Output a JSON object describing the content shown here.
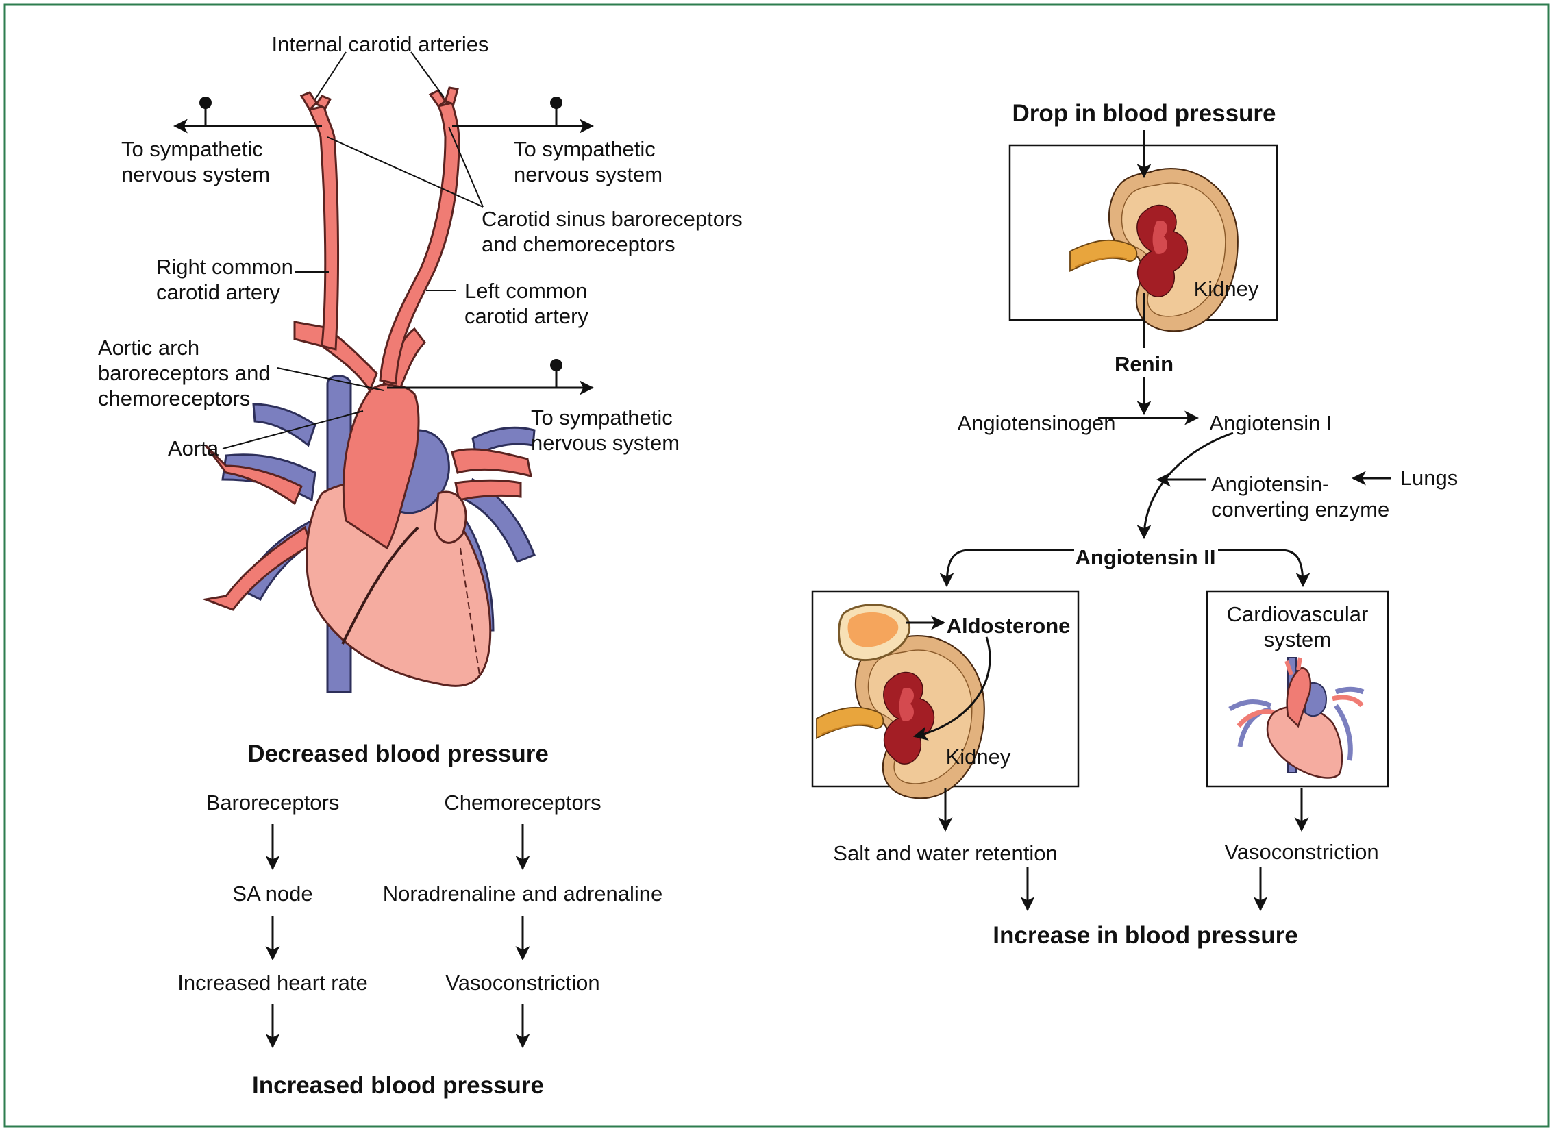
{
  "colors": {
    "frame": "#2e7d4f",
    "artery": "#f07c74",
    "artery_stroke": "#5a2320",
    "vein": "#7b7fbf",
    "heart": "#f5aca0",
    "kidney": "#e2b27e",
    "kidney_inner": "#a31e25",
    "adrenal": "#f5a55c"
  },
  "icons": [
    "heart-illustration",
    "kidney-illustration",
    "adrenal-gland-illustration",
    "mini-heart-illustration",
    "nerve-ending-icon"
  ],
  "anatomy": {
    "internal_carotid": "Internal carotid arteries",
    "sympathetic_left_l1": "To sympathetic",
    "sympathetic_left_l2": "nervous system",
    "sympathetic_right_l1": "To sympathetic",
    "sympathetic_right_l2": "nervous system",
    "sympathetic_aortic_l1": "To sympathetic",
    "sympathetic_aortic_l2": "nervous system",
    "carotid_sinus_l1": "Carotid sinus baroreceptors",
    "carotid_sinus_l2": "and chemoreceptors",
    "right_common_l1": "Right common",
    "right_common_l2": "carotid artery",
    "left_common_l1": "Left common",
    "left_common_l2": "carotid artery",
    "aortic_arch_l1": "Aortic arch",
    "aortic_arch_l2": "baroreceptors and",
    "aortic_arch_l3": "chemoreceptors",
    "aorta": "Aorta"
  },
  "reflex": {
    "title": "Decreased blood pressure",
    "baroreceptors": "Baroreceptors",
    "chemoreceptors": "Chemoreceptors",
    "sa_node": "SA node",
    "noradrenaline": "Noradrenaline and adrenaline",
    "heart_rate": "Increased heart rate",
    "vasoconstriction": "Vasoconstriction",
    "result": "Increased blood pressure"
  },
  "raas": {
    "title": "Drop in blood pressure",
    "kidney": "Kidney",
    "renin": "Renin",
    "angiotensinogen": "Angiotensinogen",
    "angiotensin1": "Angiotensin I",
    "ace_l1": "Angiotensin-",
    "ace_l2": "converting enzyme",
    "lungs": "Lungs",
    "angiotensin2": "Angiotensin II",
    "aldosterone": "Aldosterone",
    "kidney2": "Kidney",
    "cardio_l1": "Cardiovascular",
    "cardio_l2": "system",
    "salt_water": "Salt and water retention",
    "vasoconstriction": "Vasoconstriction",
    "result": "Increase in blood pressure"
  }
}
